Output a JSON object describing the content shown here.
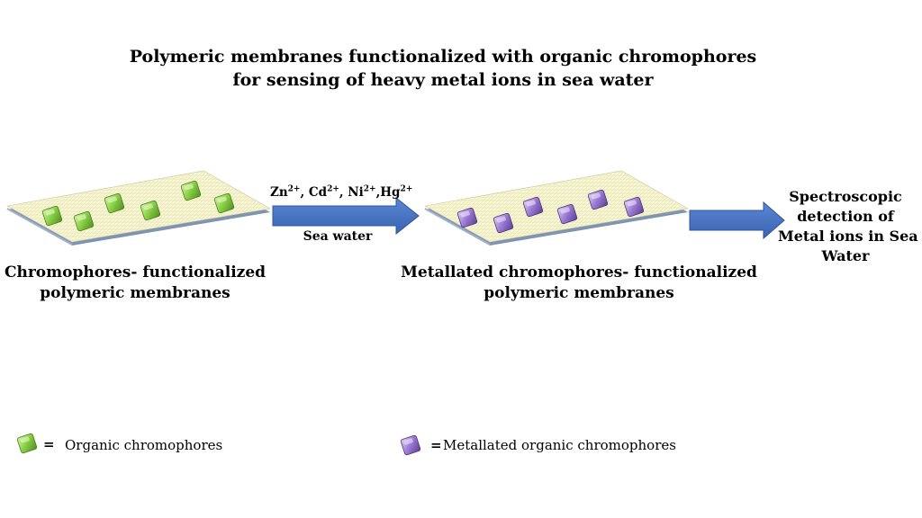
{
  "title": {
    "line1": "Polymeric membranes functionalized with organic chromophores",
    "line2": "for sensing of heavy metal ions in sea water"
  },
  "step1": {
    "label_line1": "Chromophores- functionalized",
    "label_line2": "polymeric membranes"
  },
  "arrow1": {
    "ions": [
      {
        "symbol": "Zn",
        "charge": "2+",
        "sep": ", "
      },
      {
        "symbol": "Cd",
        "charge": "2+",
        "sep": ", "
      },
      {
        "symbol": "Ni",
        "charge": "2+",
        "sep": ","
      },
      {
        "symbol": "Hg",
        "charge": "2+",
        "sep": ""
      }
    ],
    "medium": "Sea water"
  },
  "step2": {
    "label_line1": "Metallated chromophores-  functionalized",
    "label_line2": "polymeric membranes"
  },
  "result": {
    "line1": "Spectroscopic",
    "line2": "detection of",
    "line3": "Metal ions in Sea",
    "line4": "Water"
  },
  "legend": {
    "green_label": "Organic chromophores",
    "purple_label": "Metallated organic chromophores",
    "equals": "="
  },
  "colors": {
    "membrane_top": "#f7f6cf",
    "membrane_edge": "#8ea3c0",
    "arrow": "#4472c4",
    "chromophore_green": "#8ed24a",
    "chromophore_purple": "#a07fd6"
  }
}
